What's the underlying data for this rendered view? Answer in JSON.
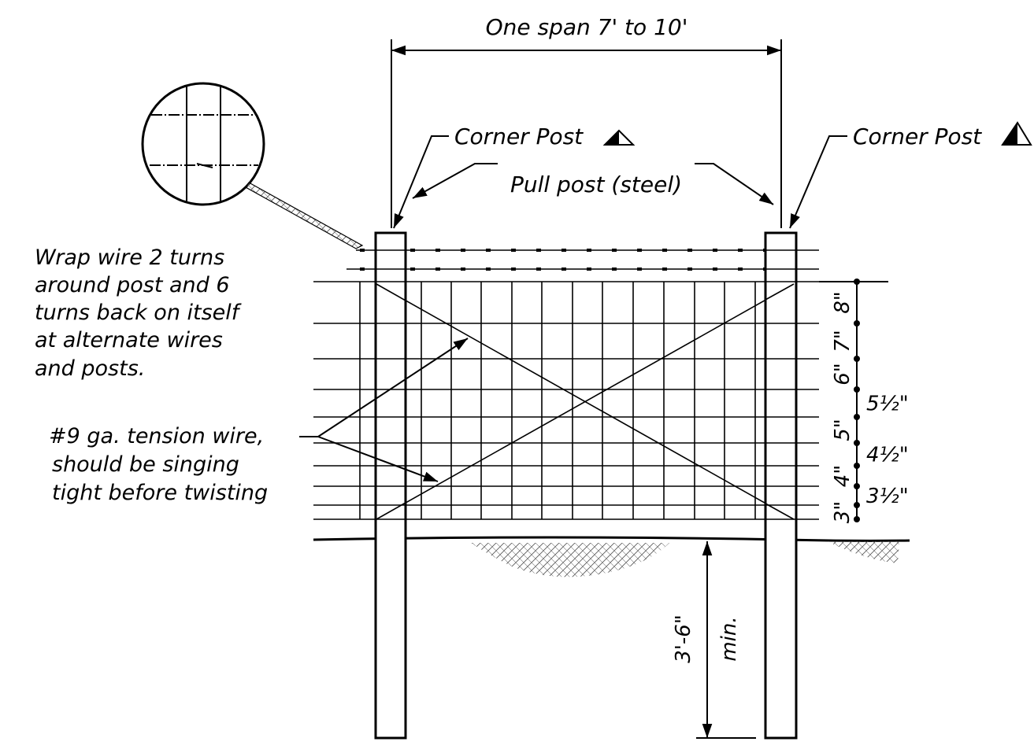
{
  "labels": {
    "span": "One span 7' to 10'",
    "corner_post_left": "Corner Post",
    "corner_post_right": "Corner Post",
    "pull_post": "Pull post (steel)",
    "wrap_note": [
      "Wrap wire 2 turns",
      "around post and 6",
      "turns back on itself",
      "at alternate wires",
      "and posts."
    ],
    "tension_note": [
      "#9 ga. tension wire,",
      "should be singing",
      "tight before twisting"
    ],
    "embed_depth": "3'-6\"",
    "embed_min": "min."
  },
  "wire_spacings": [
    {
      "text": "8\"",
      "side": "left"
    },
    {
      "text": "7\"",
      "side": "left"
    },
    {
      "text": "6\"",
      "side": "left"
    },
    {
      "text": "5½\"",
      "side": "right"
    },
    {
      "text": "5\"",
      "side": "left"
    },
    {
      "text": "4½\"",
      "side": "right"
    },
    {
      "text": "4\"",
      "side": "left"
    },
    {
      "text": "3½\"",
      "side": "right"
    },
    {
      "text": "3\"",
      "side": "left"
    }
  ],
  "symbols": {
    "corner_marker": "half-filled-triangle-icon"
  }
}
